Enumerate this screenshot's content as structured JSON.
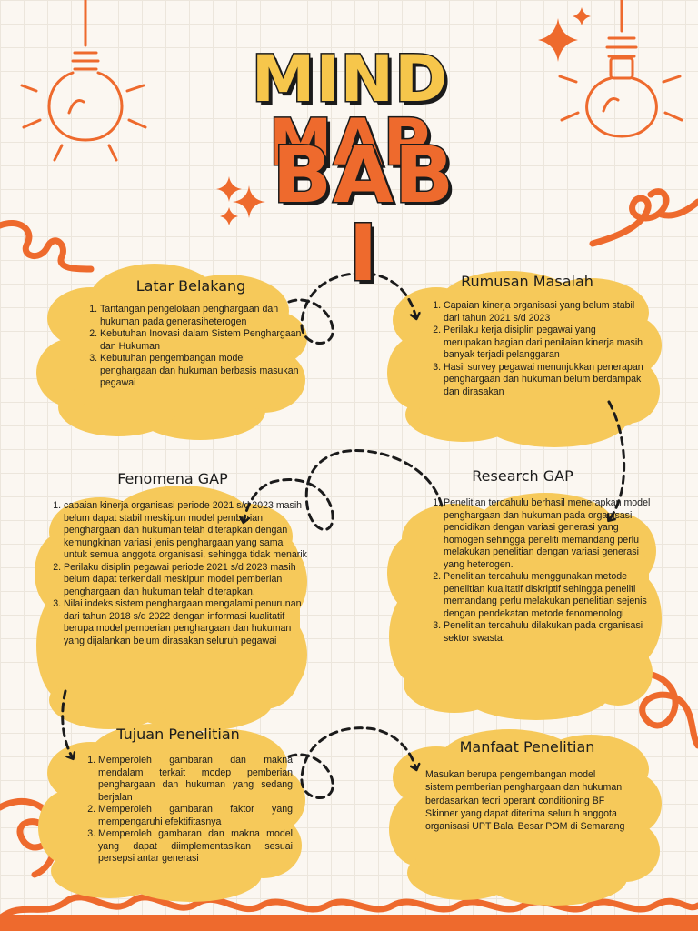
{
  "title": {
    "word1": "MIND",
    "word2": "MAP",
    "line2": "BAB I"
  },
  "colors": {
    "orange": "#ee6a2d",
    "yellow": "#f6c64b",
    "cloud": "#f6c95a",
    "ink": "#1b1b1b"
  },
  "sections": {
    "latar": {
      "heading": "Latar Belakang",
      "items": [
        "Tantangan pengelolaan penghargaan dan hukuman pada generasiheterogen",
        "Kebutuhan Inovasi dalam Sistem Penghargaan dan Hukuman",
        "Kebutuhan pengembangan model penghargaan dan hukuman berbasis masukan pegawai"
      ]
    },
    "rumusan": {
      "heading": "Rumusan Masalah",
      "items": [
        "Capaian kinerja organisasi yang belum stabil dari tahun 2021 s/d 2023",
        "Perilaku kerja disiplin pegawai yang merupakan bagian dari penilaian kinerja masih banyak terjadi pelanggaran",
        "Hasil survey pegawai menunjukkan penerapan penghargaan dan hukuman belum berdampak dan dirasakan"
      ]
    },
    "fenomena": {
      "heading": "Fenomena GAP",
      "items": [
        "capaian kinerja organisasi periode 2021 s/d 2023 masih belum dapat stabil meskipun model pemberian penghargaan dan hukuman telah diterapkan dengan kemungkinan variasi jenis penghargaan yang sama untuk semua anggota organisasi, sehingga tidak menarik",
        "Perilaku disiplin pegawai periode 2021 s/d 2023 masih belum dapat terkendali meskipun model pemberian penghargaan dan hukuman telah diterapkan.",
        "Nilai indeks sistem penghargaan mengalami penurunan dari tahun 2018 s/d 2022 dengan informasi kualitatif berupa model pemberian penghargaan dan hukuman yang dijalankan belum dirasakan seluruh pegawai"
      ]
    },
    "research": {
      "heading": "Research GAP",
      "items": [
        "Penelitian terdahulu berhasil menerapkan model penghargaan dan hukuman pada organisasi pendidikan dengan variasi generasi yang homogen sehingga peneliti memandang perlu melakukan penelitian dengan variasi generasi yang heterogen.",
        "Penelitian terdahulu menggunakan metode penelitian kualitatif diskriptif sehingga peneliti memandang perlu melakukan penelitian sejenis dengan pendekatan metode fenomenologi",
        "Penelitian terdahulu dilakukan pada organisasi sektor swasta."
      ]
    },
    "tujuan": {
      "heading": "Tujuan Penelitian",
      "items": [
        "Memperoleh gambaran dan makna mendalam terkait modep pemberian penghargaan dan hukuman yang sedang berjalan",
        "Memperoleh gambaran faktor yang mempengaruhi efektifitasnya",
        "Memperoleh gambaran dan makna model yang dapat diimplementasikan sesuai persepsi antar generasi"
      ]
    },
    "manfaat": {
      "heading": "Manfaat Penelitian",
      "text": "Masukan berupa pengembangan model sistem pemberian penghargaan dan hukuman berdasarkan teori operant conditioning BF Skinner yang dapat diterima seluruh anggota organisasi UPT Balai Besar POM di Semarang"
    }
  }
}
